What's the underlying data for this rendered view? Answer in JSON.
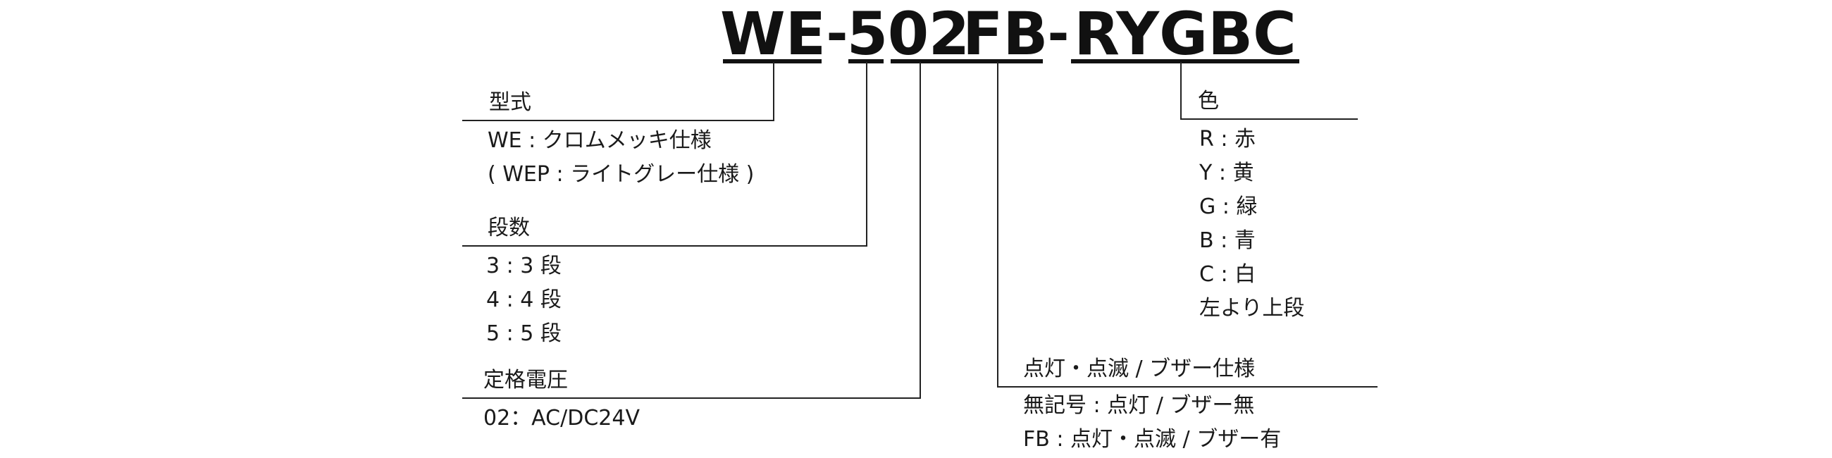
{
  "model_code": {
    "segments": [
      "WE",
      "-",
      "5",
      "0",
      "2",
      "FB",
      "-",
      "RYGBC"
    ]
  },
  "sections": {
    "type": {
      "title": "型式",
      "items": [
        "WE : クロムメッキ仕様",
        "( WEP : ライトグレー仕様 )"
      ]
    },
    "tiers": {
      "title": "段数",
      "items": [
        "3 : 3 段",
        "4 : 4 段",
        "5 : 5 段"
      ]
    },
    "voltage": {
      "title": "定格電圧",
      "items": [
        "02：AC/DC24V"
      ]
    },
    "color": {
      "title": "色",
      "items": [
        "R : 赤",
        "Y : 黄",
        "G : 緑",
        "B : 青",
        "C : 白",
        "左より上段"
      ]
    },
    "mode": {
      "title": "点灯・点滅 / ブザー仕様",
      "items": [
        "無記号 : 点灯 / ブザー無",
        "FB : 点灯・点滅 / ブザー有"
      ]
    }
  }
}
